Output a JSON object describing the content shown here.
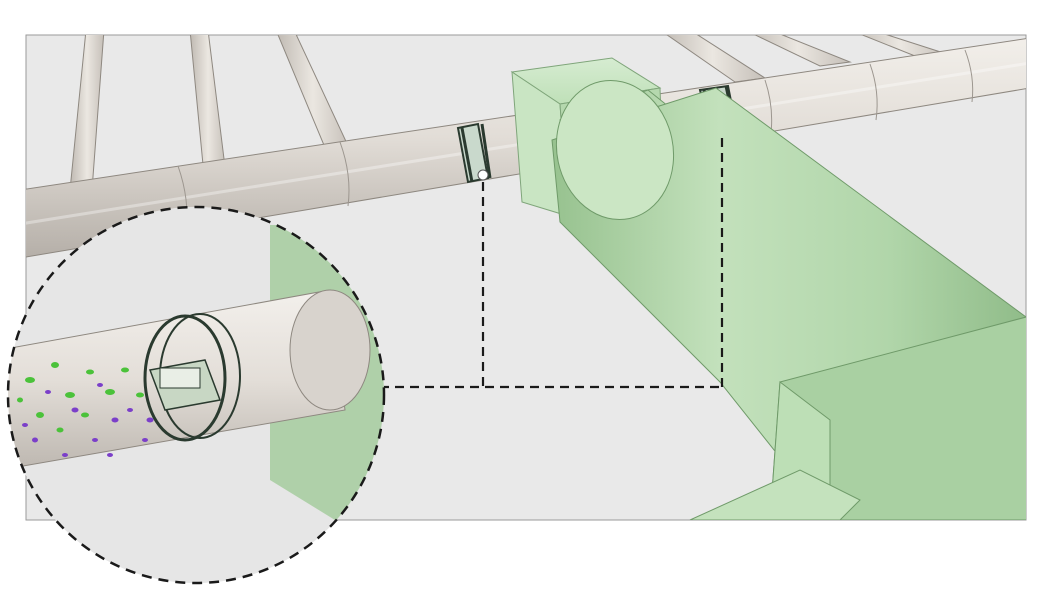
{
  "colors": {
    "background": "#ffffff",
    "floor": "#e9e9e9",
    "pipe_concrete": "#dcd7d1",
    "pipe_concrete_light": "#eeeae5",
    "pipe_concrete_dark": "#b8b2ab",
    "duct_green": "#b7d9b1",
    "duct_green_light": "#d7ecd2",
    "duct_green_dark": "#93be8c",
    "clamp_dark": "#2a3a2f",
    "particle_green": "#4bc23a",
    "particle_purple": "#7b3fc9",
    "dashed_line": "#1a1a1a"
  },
  "icons": {
    "sensor_marker": "white-dot-icon",
    "detail_callout": "dashed-circle-magnifier"
  },
  "elements": {
    "main_pipe": "concrete-pipe",
    "branch_pipes": "concrete-branch-pipe",
    "duct": "green-duct",
    "junction_box": "green-junction-box",
    "clamps": "sensor-collar",
    "inset": "magnified-sensor-detail"
  }
}
